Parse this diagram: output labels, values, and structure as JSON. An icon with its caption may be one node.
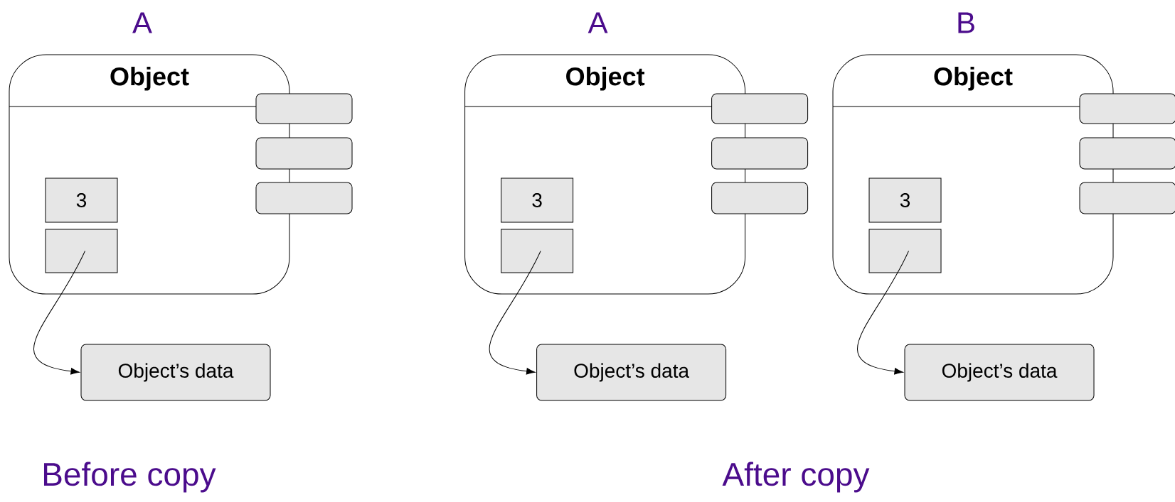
{
  "diagram": {
    "nodes": [
      {
        "text": [
          "Object"
        ],
        "beside": [
          "A"
        ]
      },
      {
        "text": [],
        "shape": "box"
      },
      {
        "text": [],
        "shape": "box"
      },
      {
        "text": [],
        "shape": "box"
      },
      {
        "text": [
          "3"
        ],
        "in": 0
      },
      {
        "text": [],
        "shape": "box",
        "in": 0
      },
      {
        "text": [
          "Object’s data"
        ]
      },
      {
        "text": [
          "Object"
        ],
        "beside": [
          "A"
        ]
      },
      {
        "text": [],
        "shape": "box"
      },
      {
        "text": [],
        "shape": "box"
      },
      {
        "text": [],
        "shape": "box"
      },
      {
        "text": [
          "3"
        ],
        "in": 7
      },
      {
        "text": [],
        "shape": "box",
        "in": 7
      },
      {
        "text": [
          "Object’s data"
        ]
      },
      {
        "text": [
          "Object"
        ],
        "beside": [
          "B"
        ]
      },
      {
        "text": [],
        "shape": "box"
      },
      {
        "text": [],
        "shape": "box"
      },
      {
        "text": [],
        "shape": "box"
      },
      {
        "text": [
          "3"
        ],
        "in": 14
      },
      {
        "text": [],
        "shape": "box",
        "in": 14
      },
      {
        "text": [
          "Object’s data"
        ]
      }
    ],
    "edges": [
      {
        "from": 5,
        "to": 6,
        "arrow": "to"
      },
      {
        "from": 12,
        "to": 13,
        "arrow": "to"
      },
      {
        "from": 19,
        "to": 20,
        "arrow": "to"
      }
    ],
    "labels": [
      "Before copy",
      "After copy"
    ]
  }
}
